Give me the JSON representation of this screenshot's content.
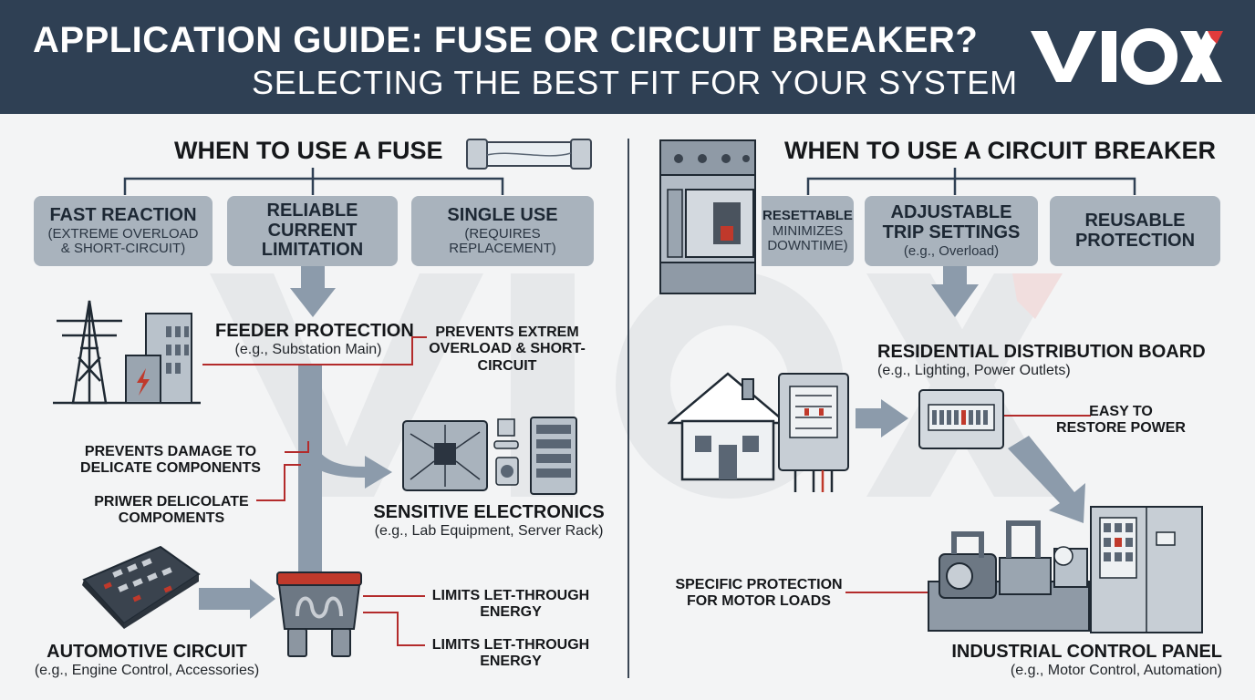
{
  "header": {
    "title": "APPLICATION GUIDE: FUSE OR CIRCUIT BREAKER?",
    "subtitle": "SELECTING THE BEST FIT FOR YOUR SYSTEM",
    "logo_text": "VIOX",
    "logo_accent_color": "#e23b3b"
  },
  "colors": {
    "header_bg": "#2f4054",
    "box_bg": "#a9b3bd",
    "arrow": "#8c9bab",
    "leader_line": "#b32b2b"
  },
  "fuse": {
    "title": "WHEN TO USE A FUSE",
    "boxes": [
      {
        "title": "FAST REACTION",
        "sub": "(EXTREME OVERLOAD & SHORT-CIRCUIT)"
      },
      {
        "title": "RELIABLE CURRENT LIMITATION",
        "sub": ""
      },
      {
        "title": "SINGLE USE",
        "sub": "(REQUIRES REPLACEMENT)"
      }
    ],
    "feeder": {
      "title": "FEEDER PROTECTION",
      "sub": "(e.g., Substation Main)"
    },
    "feeder_note": "PREVENTS EXTREM OVERLOAD & SHORT-CIRCUIT",
    "note_damage": "PREVENTS DAMAGE TO DELICATE COMPONENTS",
    "note_priwer": "PRIWER DELICOLATE COMPOMENTS",
    "electronics": {
      "title": "SENSITIVE ELECTRONICS",
      "sub": "(e.g., Lab Equipment, Server Rack)"
    },
    "automotive": {
      "title": "AUTOMOTIVE CIRCUIT",
      "sub": "(e.g., Engine Control, Accessories)"
    },
    "note_let_through_1": "LIMITS LET-THROUGH ENERGY",
    "note_let_through_2": "LIMITS LET-THROUGH ENERGY"
  },
  "breaker": {
    "title": "WHEN TO USE A CIRCUIT BREAKER",
    "boxes": [
      {
        "title": "RESETTABLE",
        "sub": "MINIMIZES DOWNTIME)"
      },
      {
        "title": "ADJUSTABLE TRIP SETTINGS",
        "sub": "(e.g., Overload)"
      },
      {
        "title": "REUSABLE PROTECTION",
        "sub": ""
      }
    ],
    "residential": {
      "title": "RESIDENTIAL DISTRIBUTION BOARD",
      "sub": "(e.g., Lighting, Power Outlets)"
    },
    "note_restore": "EASY TO RESTORE POWER",
    "note_motor": "SPECIFIC PROTECTION FOR MOTOR LOADS",
    "industrial": {
      "title": "INDUSTRIAL CONTROL PANEL",
      "sub": "(e.g., Motor Control, Automation)"
    }
  }
}
